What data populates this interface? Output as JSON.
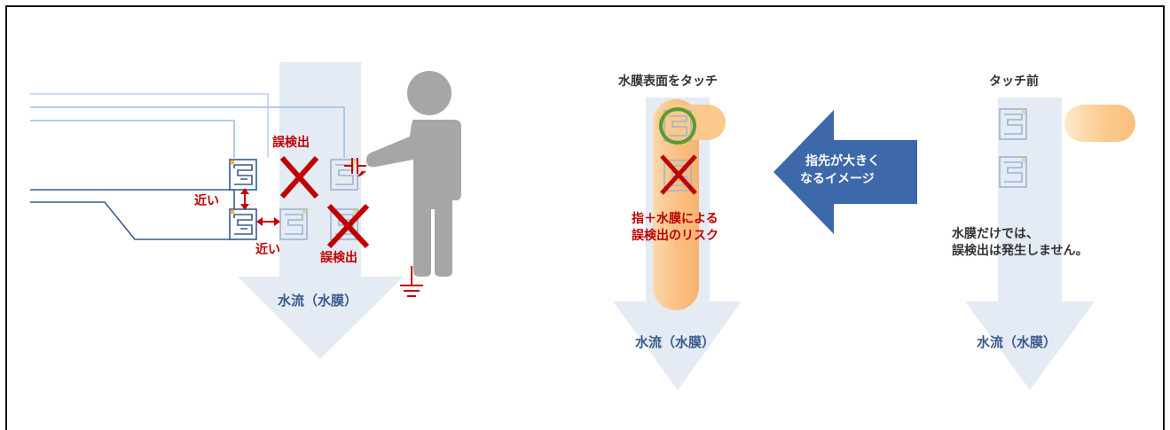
{
  "panel_left": {
    "false_detection_top": "誤検出",
    "false_detection_bottom": "誤検出",
    "near_vertical": "近い",
    "near_horizontal": "近い",
    "water_flow": "水流（水膜）"
  },
  "panel_middle": {
    "touch_title": "水膜表面をタッチ",
    "risk_line1": "指＋水膜による",
    "risk_line2": "誤検出のリスク",
    "water_flow": "水流（水膜）"
  },
  "big_arrow": {
    "line1": "指先が大きく",
    "line2": "なるイメージ"
  },
  "panel_right": {
    "before_touch_title": "タッチ前",
    "note_line1": "水膜だけでは、",
    "note_line2": "誤検出は発生しません。",
    "water_flow": "水流（水膜）"
  },
  "colors": {
    "water": "#e4ebf4",
    "red": "#c00000",
    "blue_text": "#3a5a8c",
    "arrow_blue": "#3d68a9",
    "finger_orange": "#fbbf7e",
    "person_gray": "#a6a6a6",
    "touch_circle": "#5c9a2e"
  },
  "icons": [
    "sensor-pad-icon",
    "cross-mark-icon",
    "double-arrow-icon",
    "person-icon",
    "ground-icon",
    "capacitor-icon",
    "touch-circle-icon",
    "finger-icon"
  ]
}
